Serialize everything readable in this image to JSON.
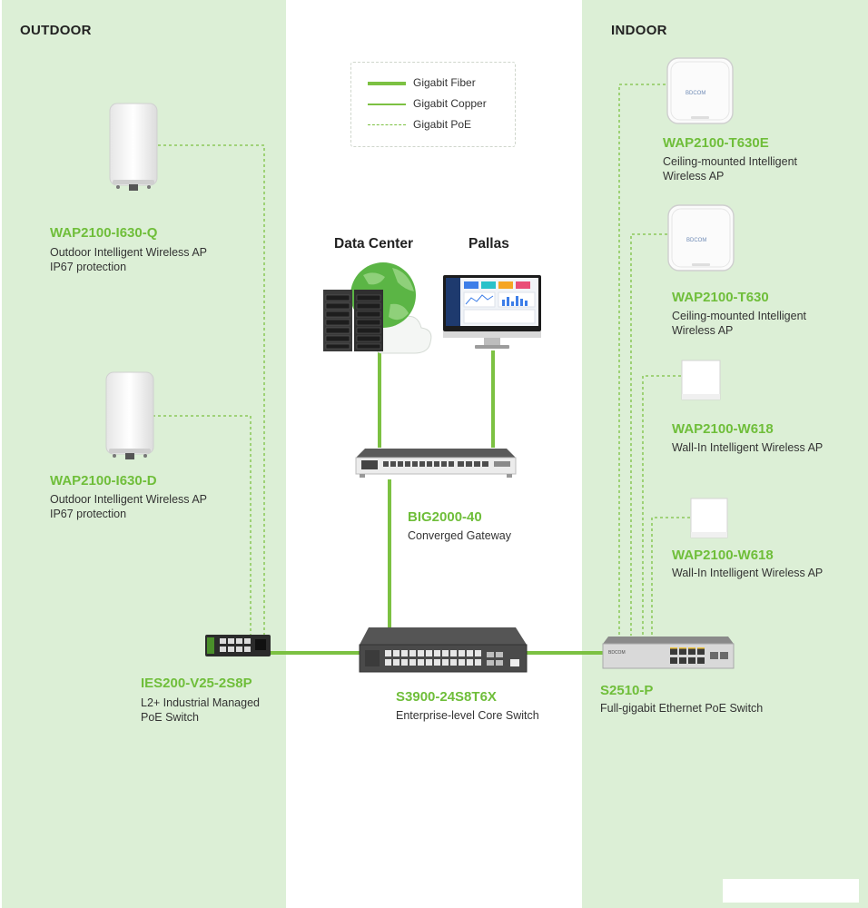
{
  "zones": {
    "outdoor": "OUTDOOR",
    "indoor": "INDOOR"
  },
  "legend": {
    "fiber": "Gigabit Fiber",
    "copper": "Gigabit Copper",
    "poe": "Gigabit PoE"
  },
  "labels": {
    "data_center": "Data Center",
    "pallas": "Pallas"
  },
  "devices": {
    "ap_outdoor_q": {
      "name": "WAP2100-I630-Q",
      "desc1": "Outdoor Intelligent Wireless AP",
      "desc2": "IP67 protection"
    },
    "ap_outdoor_d": {
      "name": "WAP2100-I630-D",
      "desc1": "Outdoor Intelligent Wireless AP",
      "desc2": "IP67 protection"
    },
    "ies": {
      "name": "IES200-V25-2S8P",
      "desc1": "L2+ Industrial Managed",
      "desc2": "PoE Switch"
    },
    "gateway": {
      "name": "BIG2000-40",
      "desc1": "Converged Gateway"
    },
    "core": {
      "name": "S3900-24S8T6X",
      "desc1": "Enterprise-level Core Switch"
    },
    "ap_t630e": {
      "name": "WAP2100-T630E",
      "desc1": "Ceiling-mounted Intelligent",
      "desc2": "Wireless AP"
    },
    "ap_t630": {
      "name": "WAP2100-T630",
      "desc1": "Ceiling-mounted Intelligent",
      "desc2": "Wireless AP"
    },
    "ap_w618_a": {
      "name": "WAP2100-W618",
      "desc1": "Wall-In Intelligent Wireless AP"
    },
    "ap_w618_b": {
      "name": "WAP2100-W618",
      "desc1": "Wall-In Intelligent Wireless AP"
    },
    "poe_switch": {
      "name": "S2510-P",
      "desc1": "Full-gigabit Ethernet PoE Switch"
    }
  },
  "logo_text": "BDCOM",
  "colors": {
    "accent_green": "#6fbe3a",
    "zone_green": "#dcefd6",
    "link_green": "#7cc142"
  }
}
